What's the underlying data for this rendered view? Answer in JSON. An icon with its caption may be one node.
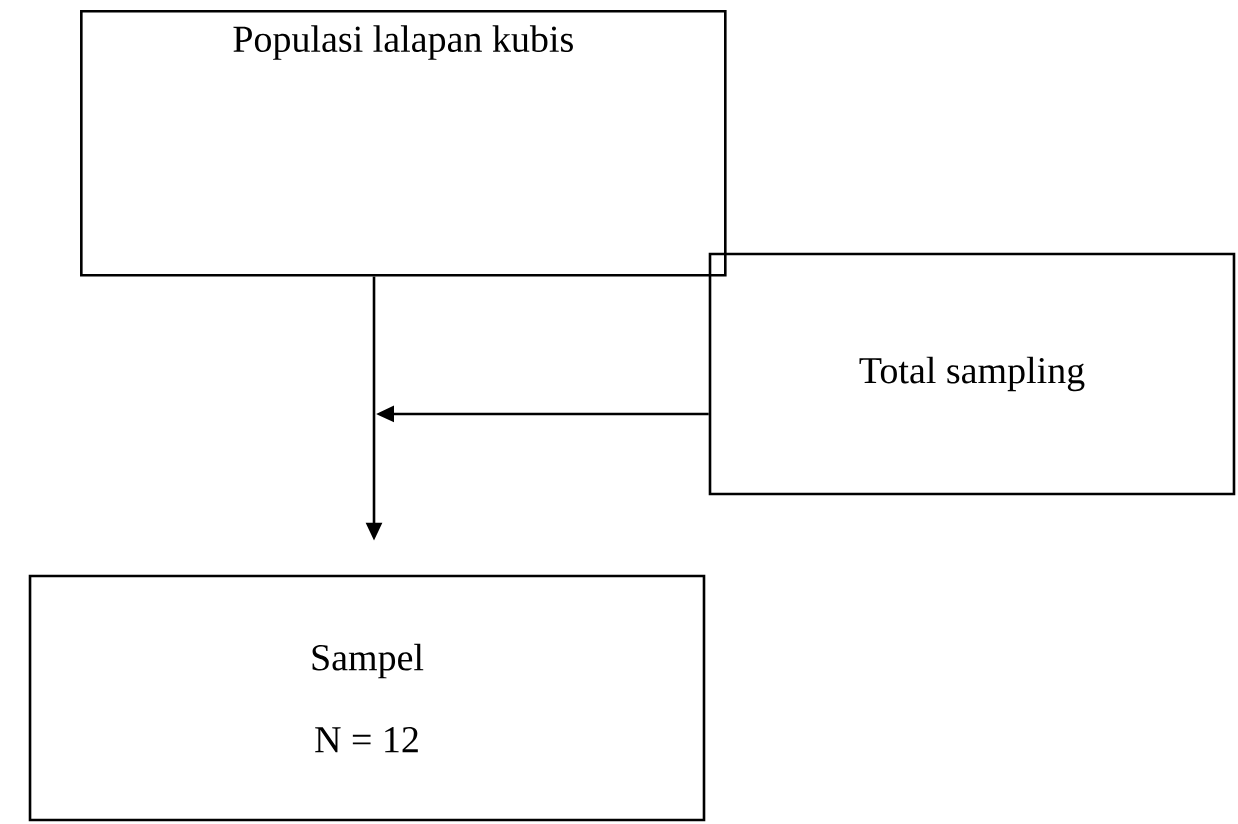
{
  "diagram": {
    "nodes": [
      {
        "text": [
          "Populasi lalapan kubis"
        ]
      },
      {
        "text": [
          "Total sampling"
        ]
      },
      {
        "text": [
          "Sampel",
          "N = 12"
        ]
      }
    ],
    "edges": [
      {
        "from": 0,
        "to": 2,
        "arrow": "to"
      },
      {
        "from": 1,
        "to": null,
        "arrow": "to"
      }
    ]
  }
}
